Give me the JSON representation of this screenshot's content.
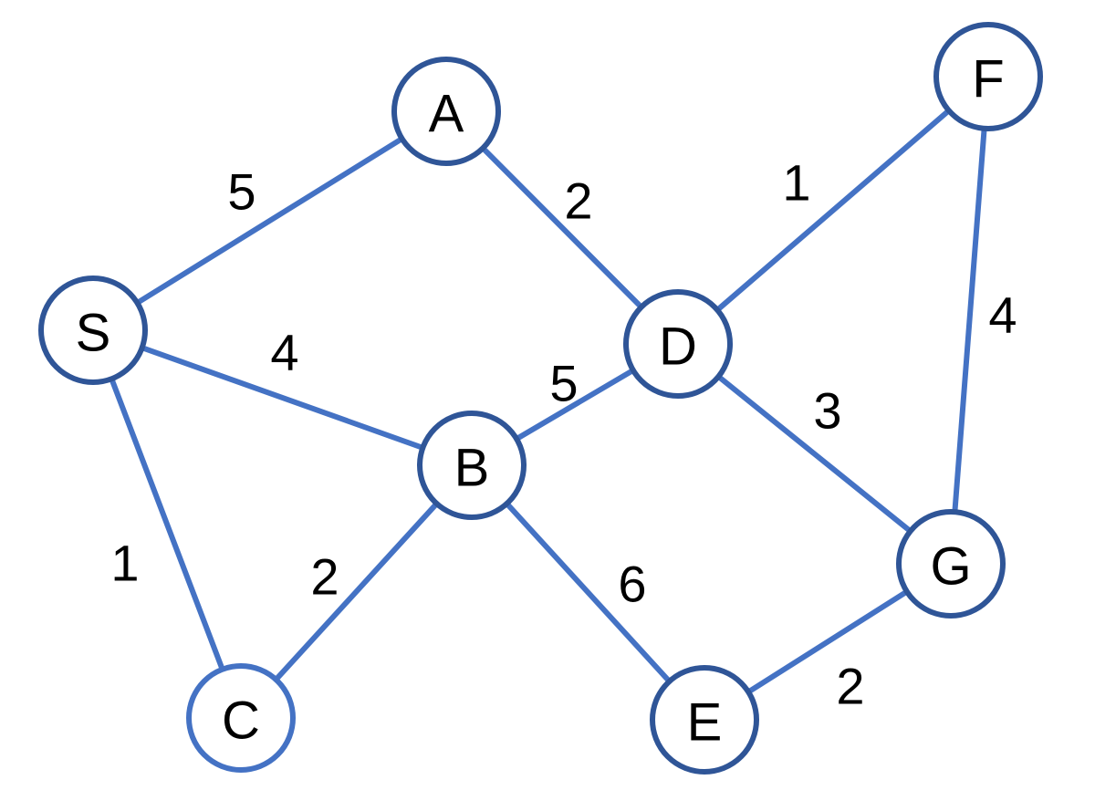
{
  "graph": {
    "node_circle_color": "#2f5597",
    "edge_color": "#4472c4",
    "nodes": [
      {
        "id": "S",
        "label": "S"
      },
      {
        "id": "A",
        "label": "A"
      },
      {
        "id": "B",
        "label": "B"
      },
      {
        "id": "C",
        "label": "C"
      },
      {
        "id": "D",
        "label": "D"
      },
      {
        "id": "E",
        "label": "E"
      },
      {
        "id": "F",
        "label": "F"
      },
      {
        "id": "G",
        "label": "G"
      }
    ],
    "edges": [
      {
        "from": "S",
        "to": "A",
        "weight": "5"
      },
      {
        "from": "S",
        "to": "B",
        "weight": "4"
      },
      {
        "from": "S",
        "to": "C",
        "weight": "1"
      },
      {
        "from": "A",
        "to": "D",
        "weight": "2"
      },
      {
        "from": "B",
        "to": "D",
        "weight": "5"
      },
      {
        "from": "B",
        "to": "C",
        "weight": "2"
      },
      {
        "from": "B",
        "to": "E",
        "weight": "6"
      },
      {
        "from": "D",
        "to": "F",
        "weight": "1"
      },
      {
        "from": "D",
        "to": "G",
        "weight": "3"
      },
      {
        "from": "F",
        "to": "G",
        "weight": "4"
      },
      {
        "from": "E",
        "to": "G",
        "weight": "2"
      }
    ]
  }
}
